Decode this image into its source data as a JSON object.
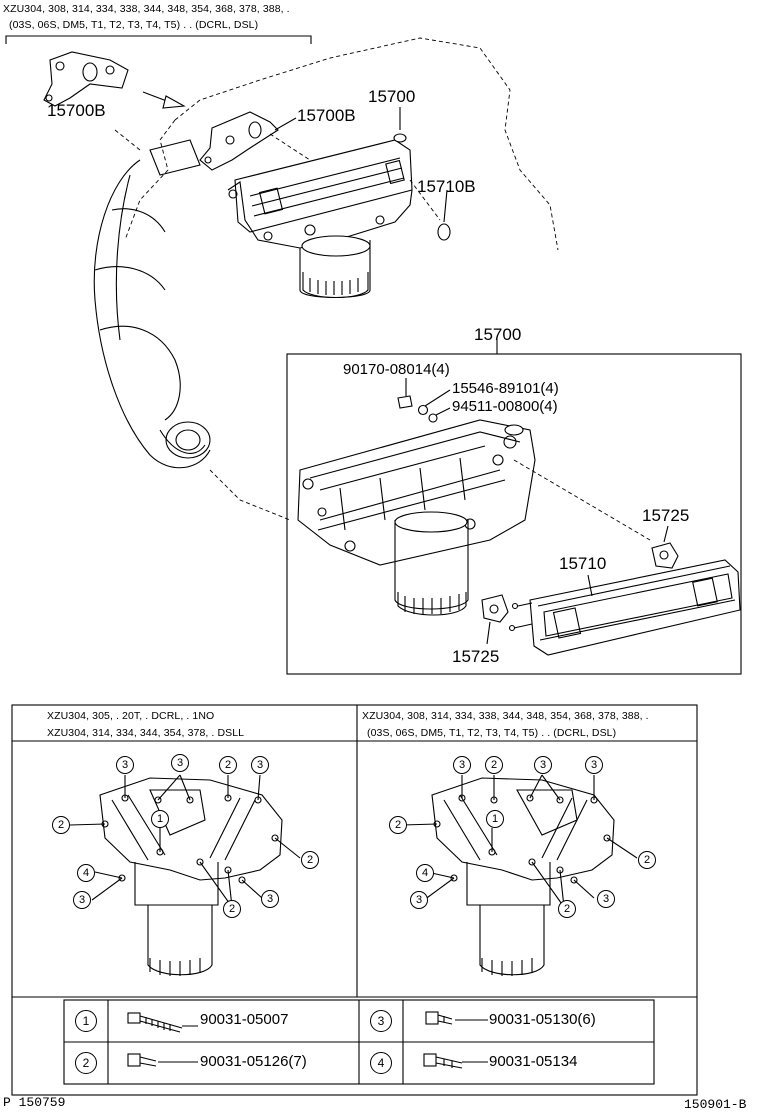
{
  "header": {
    "line1": "XZU304, 308, 314, 334, 338, 344, 348, 354, 368, 378, 388, .",
    "line2": "(03S, 06S, DM5, T1, T2, T3, T4, T5) . . (DCRL, DSL)"
  },
  "callouts": {
    "p15700B_left": "15700B",
    "p15700B_right": "15700B",
    "p15700_top": "15700",
    "p15710B": "15710B",
    "p15700_box": "15700",
    "p90170": "90170-08014(4)",
    "p15546": "15546-89101(4)",
    "p94511": "94511-00800(4)",
    "p15725_upper": "15725",
    "p15710": "15710",
    "p15725_lower": "15725"
  },
  "variants": {
    "left": {
      "line1": "XZU304, 305, . 20T, . DCRL, . 1NO",
      "line2": "XZU304, 314, 334, 344, 354, 378, . DSLL"
    },
    "right": {
      "line1": "XZU304, 308, 314, 334, 338, 344, 348, 354, 368, 378, 388, .",
      "line2": "(03S, 06S, DM5, T1, T2, T3, T4, T5) . . (DCRL, DSL)"
    }
  },
  "bolt_markers": {
    "n1": "1",
    "n2": "2",
    "n3": "3",
    "n4": "4"
  },
  "legend": [
    {
      "num": "1",
      "part": "90031-05007"
    },
    {
      "num": "3",
      "part": "90031-05130(6)"
    },
    {
      "num": "2",
      "part": "90031-05126(7)"
    },
    {
      "num": "4",
      "part": "90031-05134"
    }
  ],
  "footer": {
    "left": "P 150759",
    "right": "150901-B"
  }
}
